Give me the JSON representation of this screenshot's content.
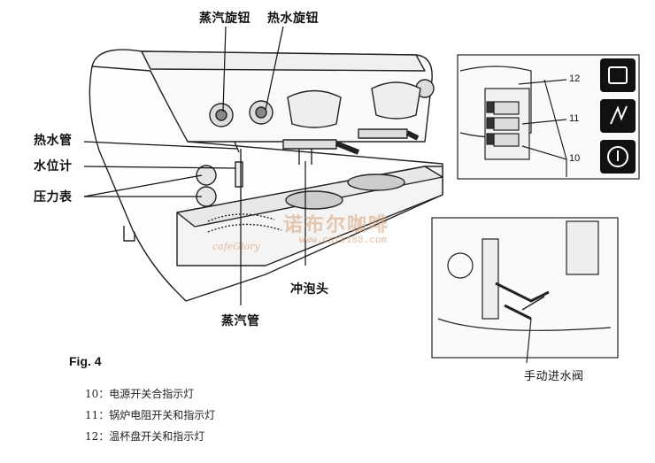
{
  "labels": {
    "steam_knob": "蒸汽旋钮",
    "hot_water_knob": "热水旋钮",
    "hot_water_pipe": "热水管",
    "water_level": "水位计",
    "pressure_gauge": "压力表",
    "brew_head": "冲泡头",
    "steam_pipe": "蒸汽管",
    "manual_valve": "手动进水阀"
  },
  "fig_label": "Fig. 4",
  "legend": [
    "10：电源开关合指示灯",
    "11：锅炉电阻开关和指示灯",
    "12：温杯盘开关和指示灯"
  ],
  "callout_numbers": {
    "n12": "12",
    "n11": "11",
    "n10": "10"
  },
  "watermark": {
    "brand": "诺布尔咖啡",
    "site": "www.cafe188.com",
    "tag": "cafeGlory"
  },
  "colors": {
    "line": "#222222",
    "watermark": "#d6a078"
  }
}
